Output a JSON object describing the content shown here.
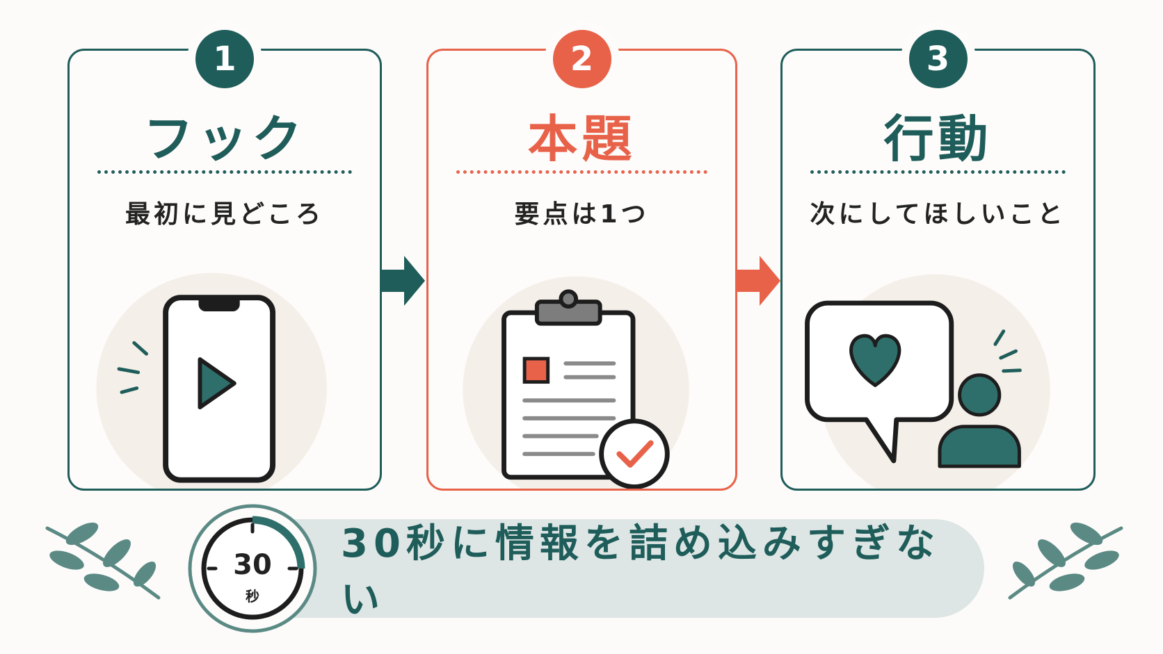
{
  "steps": [
    {
      "number": "1",
      "title": "フック",
      "subtitle": "最初に見どころ",
      "icon": "smartphone-play-icon"
    },
    {
      "number": "2",
      "title": "本題",
      "subtitle": "要点は1つ",
      "icon": "clipboard-check-icon"
    },
    {
      "number": "3",
      "title": "行動",
      "subtitle": "次にしてほしいこと",
      "icon": "speech-heart-person-icon"
    }
  ],
  "footer": {
    "timer_value": "30",
    "timer_unit": "秒",
    "message": "30秒に情報を詰め込みすぎない"
  },
  "colors": {
    "teal": "#1f5d5a",
    "coral": "#e8624a",
    "pill": "#dde6e5",
    "circle_bg": "#f5efe9"
  }
}
